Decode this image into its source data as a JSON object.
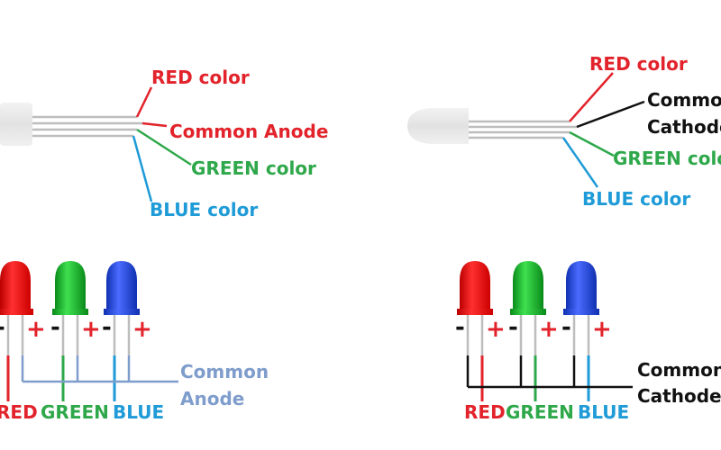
{
  "colors": {
    "red": "#e2232b",
    "green": "#2ea84a",
    "blue": "#1f9bd7",
    "anode": "#7f9dcc",
    "black": "#111111"
  },
  "anode_diagram": {
    "labels": {
      "red": "RED color",
      "common": "Common Anode",
      "green": "GREEN color",
      "blue": "BLUE color"
    },
    "bottom": {
      "minus": "-",
      "plus": "+",
      "red": "RED",
      "green": "GREEN",
      "blue": "BLUE",
      "common_line1": "Common",
      "common_line2": "Anode"
    }
  },
  "cathode_diagram": {
    "labels": {
      "red": "RED color",
      "common_line1": "Common",
      "common_line2": "Cathode",
      "green": "GREEN color",
      "blue": "BLUE color"
    },
    "bottom": {
      "minus": "-",
      "plus": "+",
      "red": "RED",
      "green": "GREEN",
      "blue": "BLUE",
      "common_line1": "Common",
      "common_line2": "Cathode"
    }
  }
}
